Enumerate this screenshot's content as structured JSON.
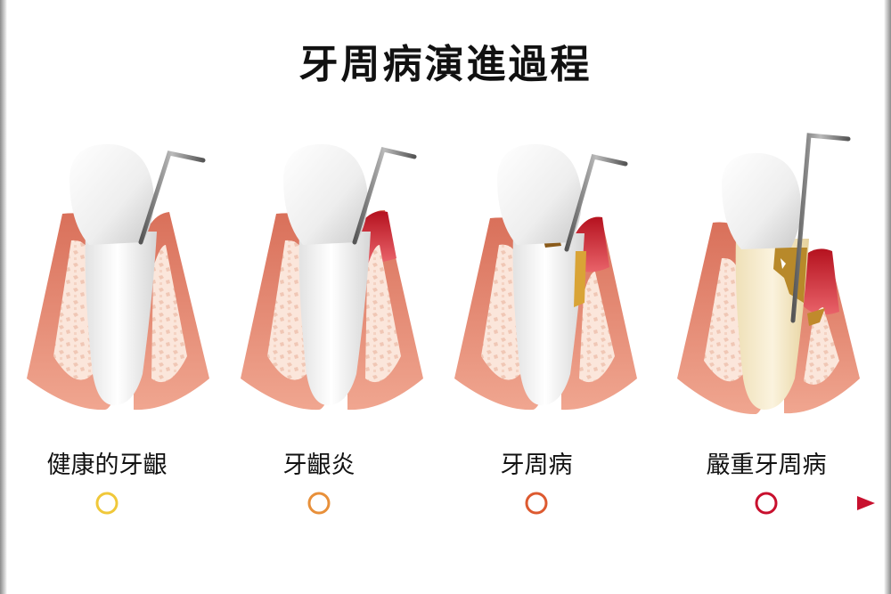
{
  "title": "牙周病演進過程",
  "stages": [
    {
      "label": "健康的牙齦"
    },
    {
      "label": "牙齦炎"
    },
    {
      "label": "牙周病"
    },
    {
      "label": "嚴重牙周病"
    }
  ],
  "colors": {
    "timeline_start": "#f2d43a",
    "timeline_end": "#c8102e",
    "gum": "#e3836c",
    "bone": "#f7ddd0",
    "inflamed": "#c91e2a",
    "tartar": "#d9a436"
  }
}
